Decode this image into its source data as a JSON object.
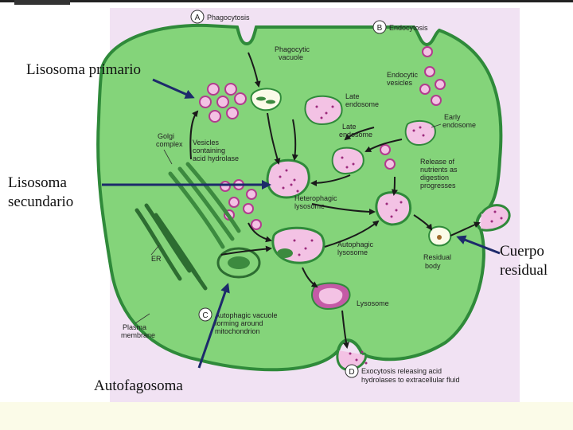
{
  "overlay_labels": {
    "lisosoma_primario": "Lisosoma primario",
    "lisosoma_secundario_1": "Lisosoma",
    "lisosoma_secundario_2": "secundario",
    "cuerpo_residual_1": "Cuerpo",
    "cuerpo_residual_2": "residual",
    "autofagosoma": "Autofagosoma"
  },
  "diagram_labels": {
    "a_letter": "A",
    "phagocytosis": "Phagocytosis",
    "b_letter": "B",
    "endocytosis": "Endocytosis",
    "phagocytic_vacuole_1": "Phagocytic",
    "phagocytic_vacuole_2": "vacuole",
    "endocytic_vesicles_1": "Endocytic",
    "endocytic_vesicles_2": "vesicles",
    "late_endosome_top_1": "Late",
    "late_endosome_top_2": "endosome",
    "early_endosome_1": "Early",
    "early_endosome_2": "endosome",
    "late_endosome_mid_1": "Late",
    "late_endosome_mid_2": "endosome",
    "golgi_1": "Golgi",
    "golgi_2": "complex",
    "vesicles_1": "Vesicles",
    "vesicles_2": "containing",
    "vesicles_3": "acid hydrolase",
    "release_1": "Release of",
    "release_2": "nutrients as",
    "release_3": "digestion",
    "release_4": "progresses",
    "heterophagic_1": "Heterophagic",
    "heterophagic_2": "lysosome",
    "er": "ER",
    "autophagic_lys_1": "Autophagic",
    "autophagic_lys_2": "lysosome",
    "residual_1": "Residual",
    "residual_2": "body",
    "lysosome": "Lysosome",
    "c_letter": "C",
    "autophagic_vac_1": "Autophagic vacuole",
    "autophagic_vac_2": "forming around",
    "autophagic_vac_3": "mitochondrion",
    "plasma_1": "Plasma",
    "plasma_2": "membrane",
    "d_letter": "D",
    "exocytosis_1": "Exocytosis releasing acid",
    "exocytosis_2": "hydrolases to extracellular fluid"
  },
  "colors": {
    "cell_fill": "#84d47a",
    "cell_stroke": "#2f8a3a",
    "lysosome_fill": "#f3c2e4",
    "lysosome_stroke": "#b23b8e",
    "er_green": "#3c8a3f",
    "background_tint": "#f1e2f3",
    "arrow_navy": "#1d2a6b"
  }
}
